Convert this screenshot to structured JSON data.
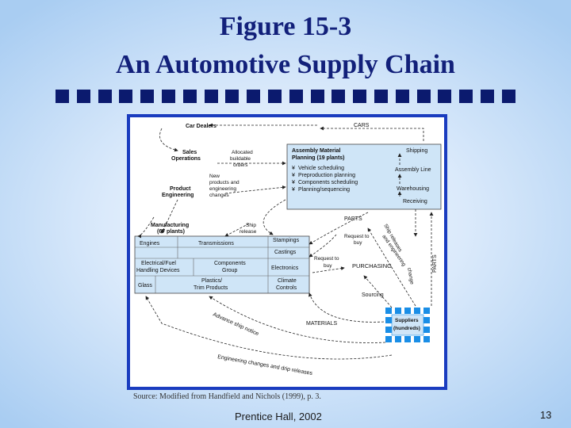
{
  "slide": {
    "title_line1": "Figure 15-3",
    "title_line2": "An Automotive Supply Chain",
    "source": "Source: Modified from Handfield and Nichols (1999), p. 3.",
    "footer": "Prentice Hall, 2002",
    "page_number": "13"
  },
  "diagram": {
    "car_dealers": "Car Dealers",
    "cars": "CARS",
    "sales_1": "Sales",
    "sales_2": "Operations",
    "allocated_1": "Allocated",
    "allocated_2": "buildable",
    "allocated_3": "orders",
    "new_products_1": "New",
    "new_products_2": "products and",
    "new_products_3": "engineering",
    "new_products_4": "changes",
    "product_eng_1": "Product",
    "product_eng_2": "Engineering",
    "amp_title_1": "Assembly Material",
    "amp_title_2": "Planning (19 plants)",
    "amp_item_1": "Vehicle scheduling",
    "amp_item_2": "Preproduction planning",
    "amp_item_3": "Components scheduling",
    "amp_item_4": "Planning/sequencing",
    "bullet": "¥",
    "shipping": "Shipping",
    "assembly_line": "Assembly Line",
    "warehousing": "Warehousing",
    "receiving": "Receiving",
    "parts_top": "PARTS",
    "parts_side": "PARTS",
    "mfg_1": "Manufacturing",
    "mfg_2": "(67 plants)",
    "ship_release_1": "Ship",
    "ship_release_2": "release",
    "engines": "Engines",
    "transmissions": "Transmissions",
    "stampings_1": "Stampings",
    "stampings_2": "Castings",
    "electrical_1": "Electrical/Fuel",
    "electrical_2": "Handling Devices",
    "components_1": "Components",
    "components_2": "Group",
    "electronics": "Electronics",
    "glass": "Glass",
    "plastics_1": "Plastics/",
    "plastics_2": "Trim Products",
    "climate_1": "Climate",
    "climate_2": "Controls",
    "request_buy_1": "Request to",
    "request_buy_2": "buy",
    "request_buy_3": "Request to",
    "request_buy_4": "buy",
    "purchasing": "PURCHASING",
    "ship_releases_arc": "Ship releases",
    "and_eng_arc": "and engineering",
    "change_arc": "change",
    "sourcing": "Sourcing",
    "materials": "MATERIALS",
    "suppliers_1": "Suppliers",
    "suppliers_2": "(hundreds)",
    "advance_ship": "Advance ship notice",
    "eng_changes": "Engineering changes and drip releases"
  },
  "colors": {
    "title": "#12207a",
    "frame_border": "#1a3cbf",
    "box_fill": "#cfe5f7",
    "supplier_blue": "#1a8ee6",
    "arrow": "#222222"
  }
}
